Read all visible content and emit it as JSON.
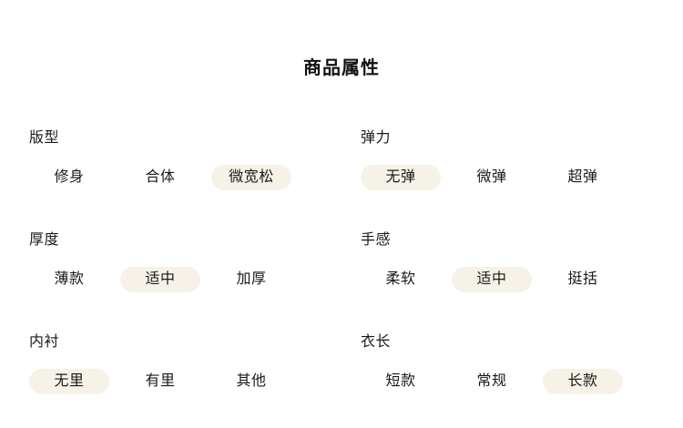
{
  "page": {
    "title": "商品属性"
  },
  "colors": {
    "background": "#ffffff",
    "text": "#1a1a1a",
    "selected_pill_bg": "#f6f2e8"
  },
  "groups": [
    {
      "label": "版型",
      "options": [
        {
          "label": "修身",
          "selected": false
        },
        {
          "label": "合体",
          "selected": false
        },
        {
          "label": "微宽松",
          "selected": true
        }
      ]
    },
    {
      "label": "弹力",
      "options": [
        {
          "label": "无弹",
          "selected": true
        },
        {
          "label": "微弹",
          "selected": false
        },
        {
          "label": "超弹",
          "selected": false
        }
      ]
    },
    {
      "label": "厚度",
      "options": [
        {
          "label": "薄款",
          "selected": false
        },
        {
          "label": "适中",
          "selected": true
        },
        {
          "label": "加厚",
          "selected": false
        }
      ]
    },
    {
      "label": "手感",
      "options": [
        {
          "label": "柔软",
          "selected": false
        },
        {
          "label": "适中",
          "selected": true
        },
        {
          "label": "挺括",
          "selected": false
        }
      ]
    },
    {
      "label": "内衬",
      "options": [
        {
          "label": "无里",
          "selected": true
        },
        {
          "label": "有里",
          "selected": false
        },
        {
          "label": "其他",
          "selected": false
        }
      ]
    },
    {
      "label": "衣长",
      "options": [
        {
          "label": "短款",
          "selected": false
        },
        {
          "label": "常规",
          "selected": false
        },
        {
          "label": "长款",
          "selected": true
        }
      ]
    }
  ]
}
